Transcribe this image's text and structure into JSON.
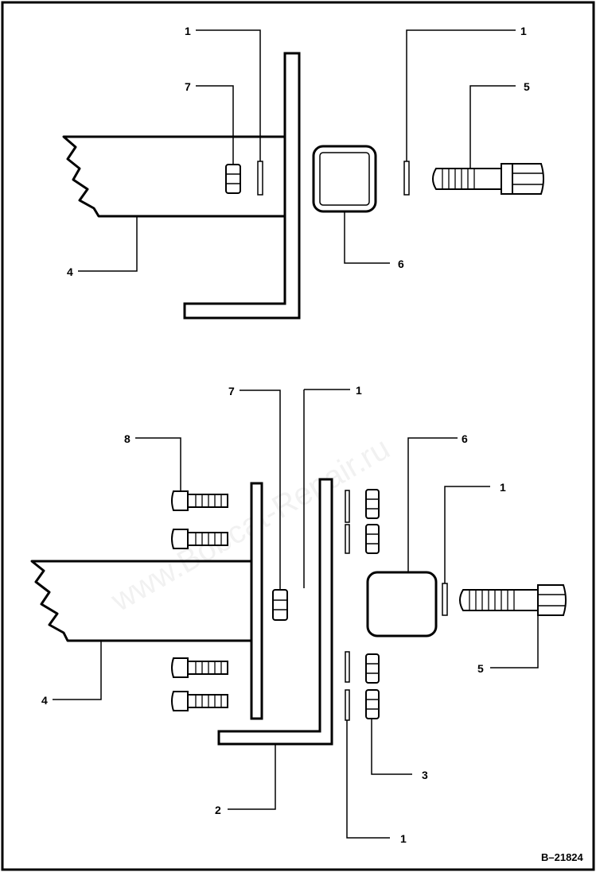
{
  "callouts": {
    "top": {
      "strap_top_left": "1",
      "strap_top_right": "1",
      "nut": "7",
      "bolt": "5",
      "frame": "4",
      "pad": "6"
    },
    "bottom": {
      "strap_upper": "1",
      "strap_right": "1",
      "strap_lower": "1",
      "nut": "7",
      "bolt_small": "8",
      "pad": "6",
      "frame": "4",
      "bracket": "2",
      "nut_lower": "3",
      "bolt": "5"
    }
  },
  "figure_id": "B–21824",
  "watermark": "www.Bobcat-Repair.ru"
}
